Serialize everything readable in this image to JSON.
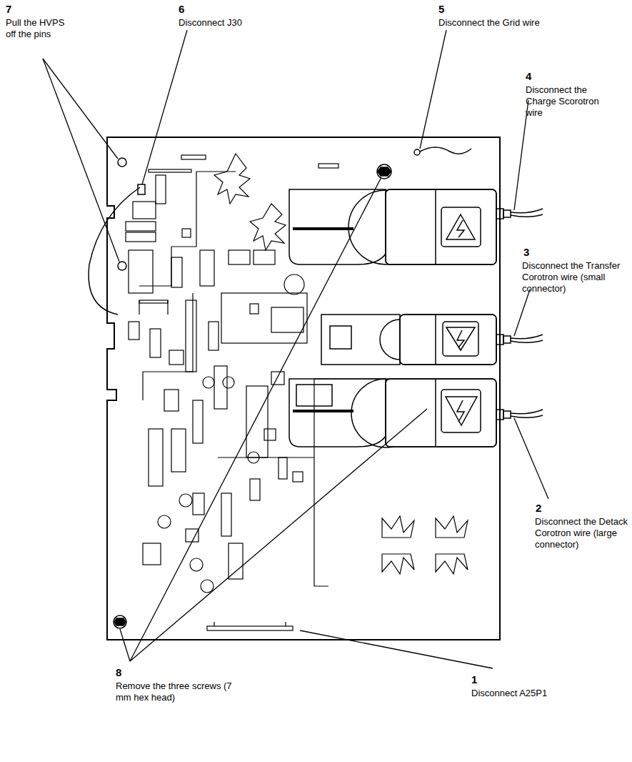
{
  "diagram": {
    "labels": [
      "7",
      "Pull the HVPS off the pins",
      "6",
      "Disconnect J30",
      "5",
      "Disconnect the Grid wire",
      "4",
      "Disconnect the Charge Scorotron wire",
      "3",
      "Disconnect the Transfer Corotron wire (small connector)",
      "2",
      "Disconnect the Detack Corotron wire (large connector)",
      "8",
      "Remove the three screws (7 mm hex head)",
      "1",
      "Disconnect A25P1"
    ]
  }
}
